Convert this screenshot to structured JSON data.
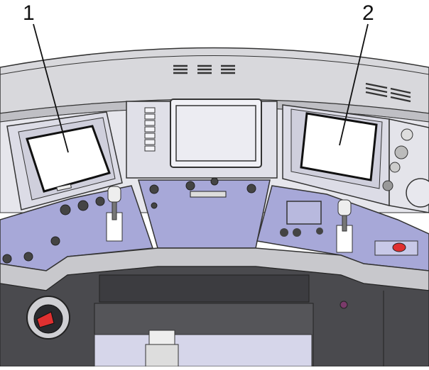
{
  "callouts": [
    {
      "id": "screen-left",
      "label": "1"
    },
    {
      "id": "screen-right",
      "label": "2"
    }
  ],
  "colors": {
    "panel_lavender": "#a7a8d8",
    "panel_light": "#e4e4ee",
    "console_grey": "#cfcfd3",
    "dark_body": "#4a4a4e",
    "screen_white": "#ffffff",
    "emergency_red": "#e03030"
  }
}
